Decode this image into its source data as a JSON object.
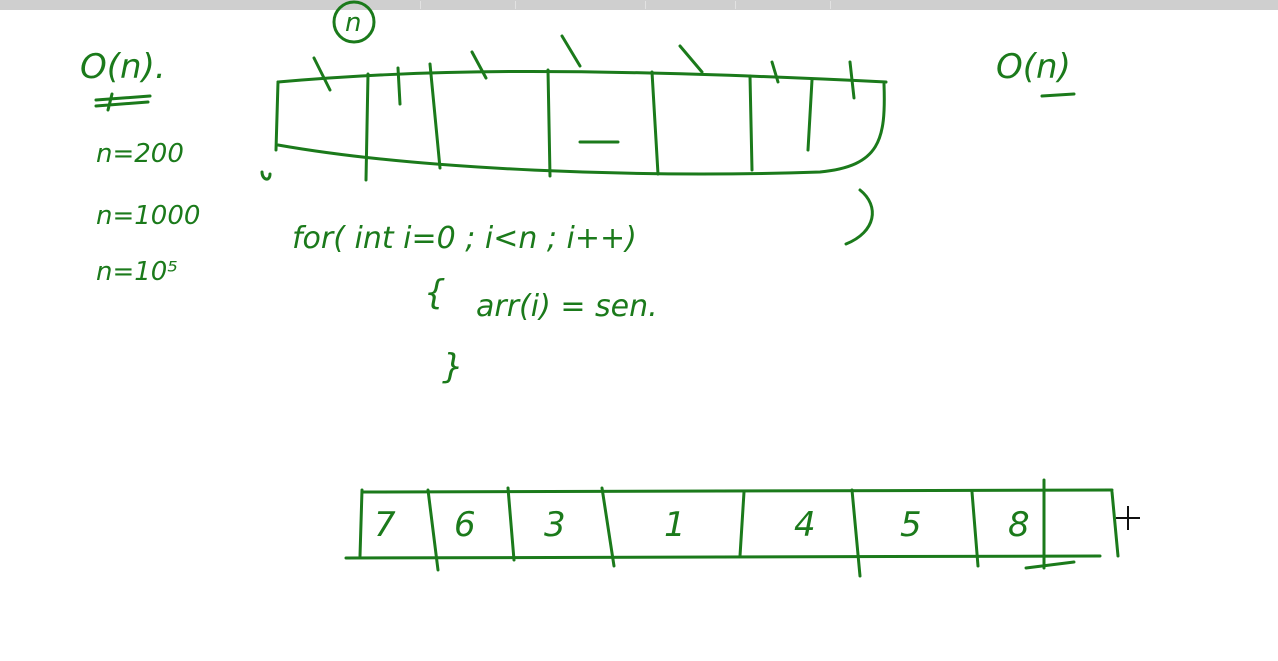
{
  "notes": {
    "complexity_left": "O(n).",
    "complexity_right": "O(n)",
    "circled_n": "n",
    "n_values": [
      "n=200",
      "n=1000",
      "n=10⁵"
    ],
    "code_for": "for( int i=0 ; i<n ; i++)",
    "open_brace": "{",
    "code_body": "arr(i) = sen.",
    "close_brace": "}"
  },
  "array": {
    "cells": [
      "7",
      "6",
      "3",
      "1",
      "4",
      "5",
      "8",
      ""
    ]
  },
  "colors": {
    "ink": "#1b7a1b",
    "toolbar": "#cfcfcf"
  }
}
